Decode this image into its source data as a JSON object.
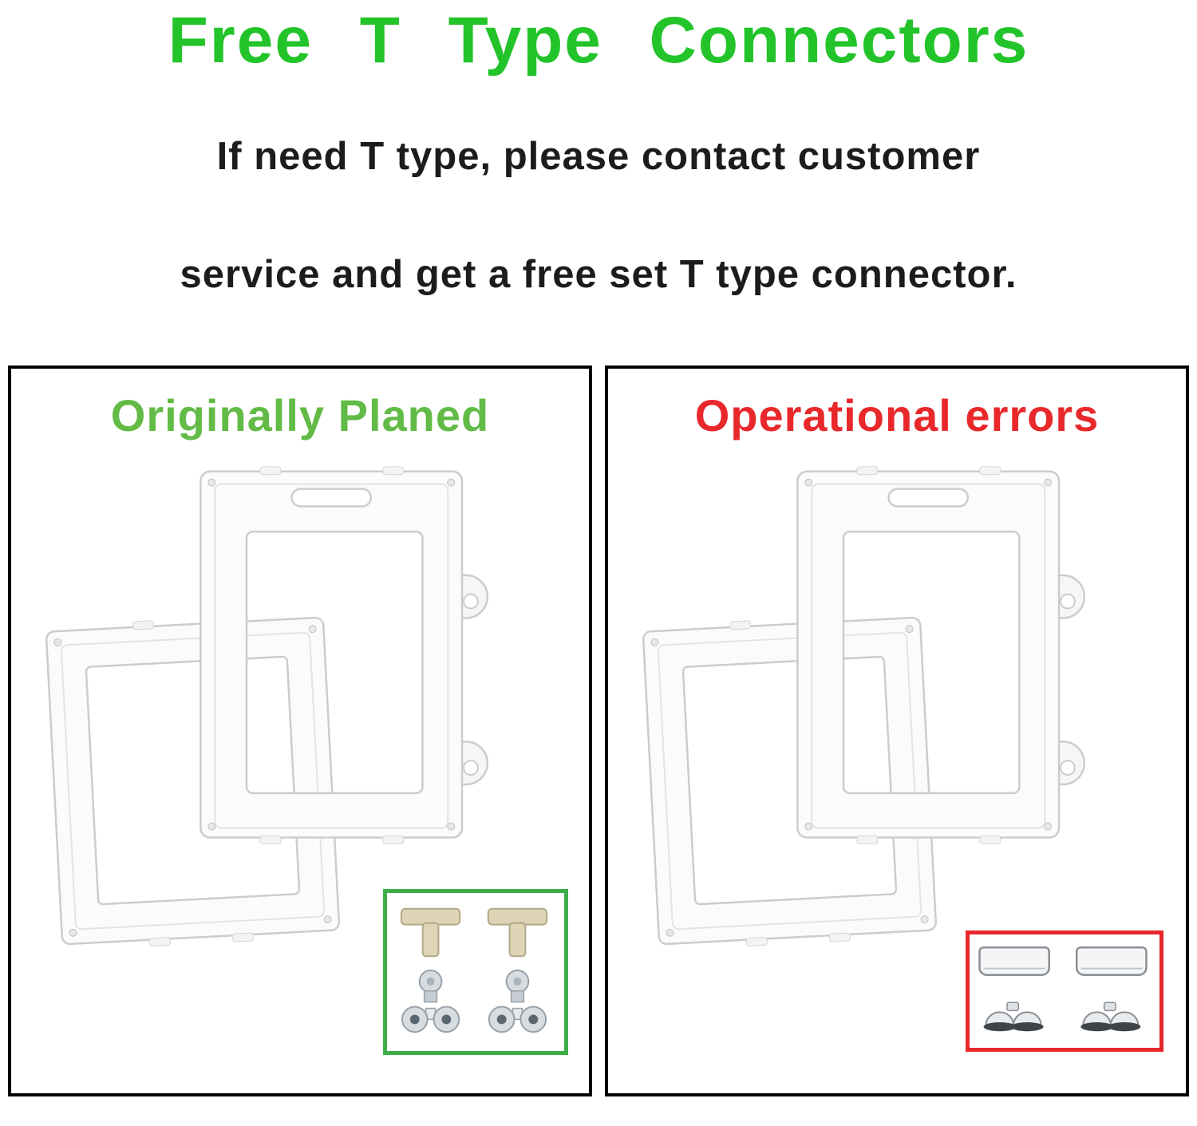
{
  "title": "Free T Type Connectors",
  "subtitle": {
    "line1": "If need T type, please contact customer",
    "line2": "service and get a free set T type connector."
  },
  "panels": {
    "left": {
      "label": "Originally Planed"
    },
    "right": {
      "label": "Operational errors"
    }
  },
  "icons": {
    "left_inset": "t-type-connector-set-icon",
    "right_inset": "suction-cup-connector-set-icon",
    "photo": "overlapping-gate-panels-photo"
  },
  "colors": {
    "title_green": "#22c429",
    "label_green": "#62bb46",
    "label_red": "#e8282b",
    "inset_green_border": "#3fae49",
    "inset_red_border": "#e8282b",
    "panel_border": "#000000",
    "text_dark": "#1c1c1c"
  }
}
